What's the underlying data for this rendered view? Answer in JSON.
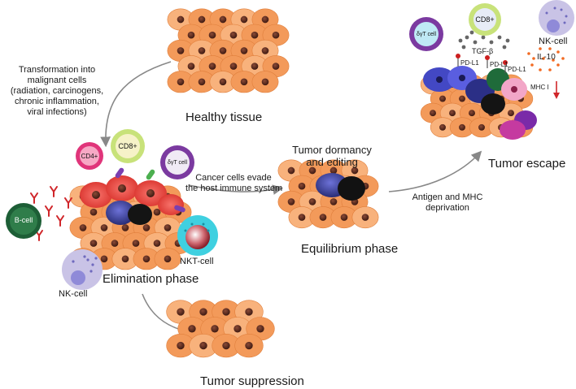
{
  "labels": {
    "transformation": [
      "Transformation into",
      "malignant cells",
      "(radiation, carcinogens,",
      "chronic inflammation,",
      "viral infections)"
    ],
    "healthy_tissue": "Healthy tissue",
    "elimination_phase": "Elimination phase",
    "tumor_dormancy": [
      "Tumor dormancy",
      "and editing"
    ],
    "cancer_evade": [
      "Cancer cells evade",
      "the host immune system"
    ],
    "equilibrium_phase": "Equilibrium phase",
    "antigen_mhc": [
      "Antigen and MHC",
      "deprivation"
    ],
    "tumor_escape": "Tumor escape",
    "tumor_suppression": "Tumor suppression",
    "tgf_beta": "TGF-β",
    "pd_l1": "PD-L1",
    "il_10": "IL-10",
    "mhc_i": "MHC I",
    "mhc_arrow": "↓"
  },
  "cells": {
    "cd4": "CD4+",
    "cd8": "CD8+",
    "gd_t": "δγT cell",
    "b_cell": "B-cell",
    "nk_cell": "NK-cell",
    "nkt_cell": "NKT-cell"
  },
  "colors": {
    "tissue_orange": "#f39a5a",
    "tissue_light": "#f8b27c",
    "nucleus": "#5a2a1f",
    "tumor_red": "#e8453c",
    "tumor_blue": "#3b3f9e",
    "tumor_black": "#141414",
    "cd8_ring": "#c8e27a",
    "cd4_ring": "#e0357a",
    "gd_ring": "#7b3aa0",
    "nk_ring": "#c9c3e6",
    "bcell": "#2f7d4a",
    "nkt": "#3fd0e0",
    "arrow": "#888888",
    "il10": "#f26a22",
    "pd_l1": "#cc1f1f"
  }
}
